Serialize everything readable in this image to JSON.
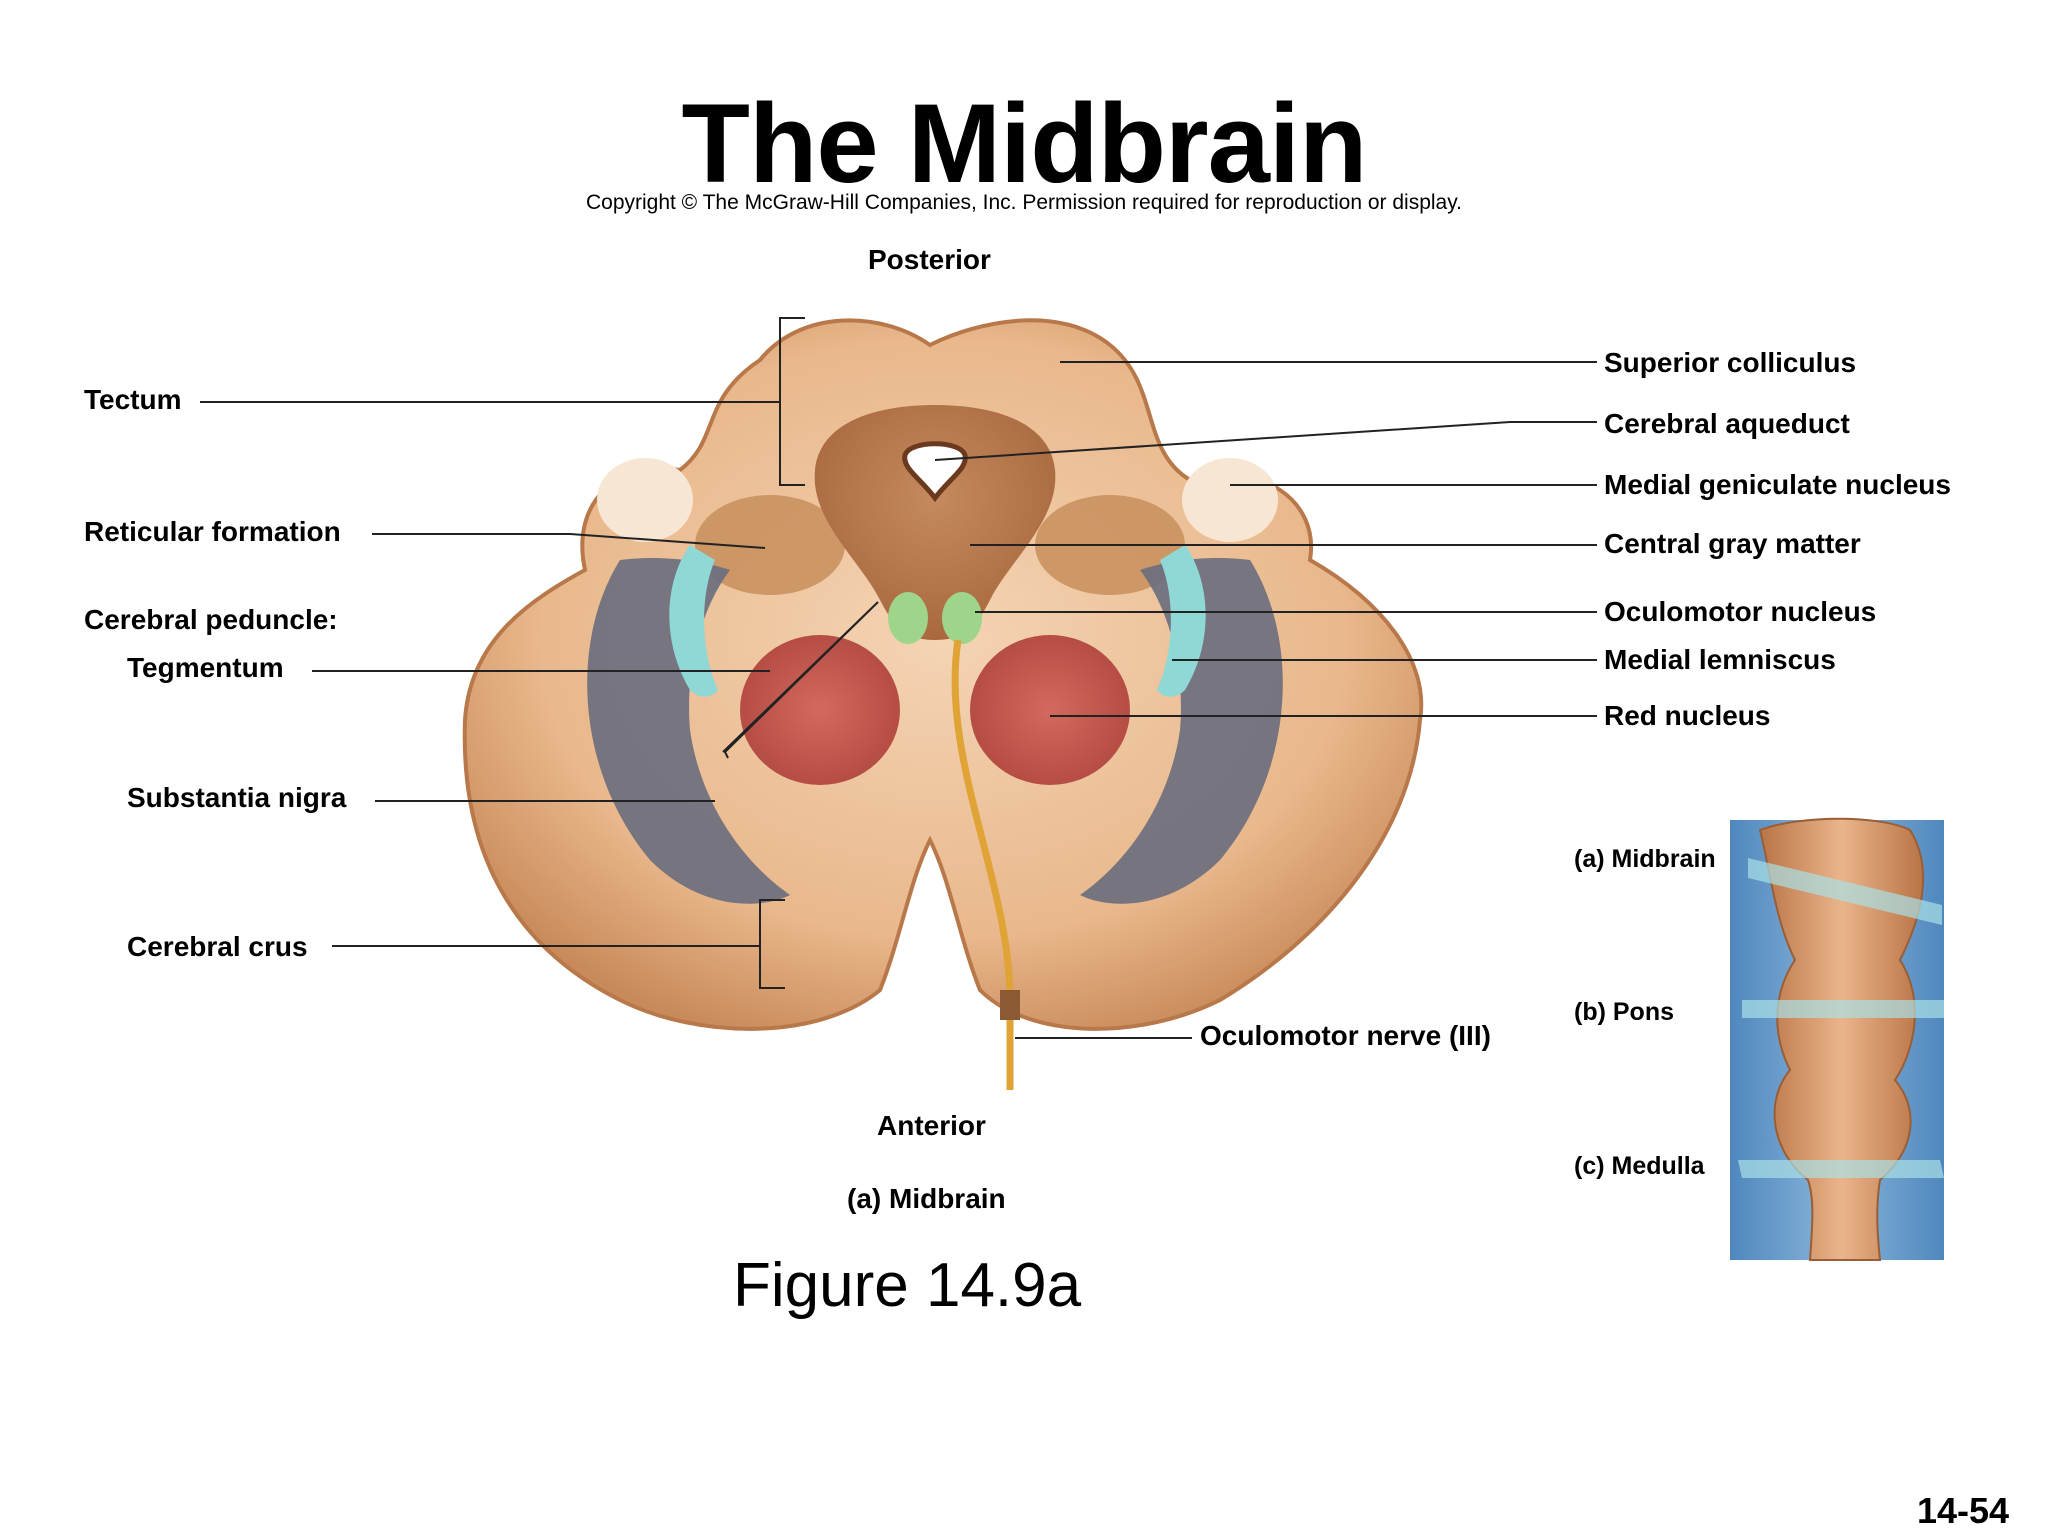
{
  "title": "The Midbrain",
  "copyright": "Copyright © The McGraw-Hill Companies, Inc. Permission required for reproduction or display.",
  "orientation": {
    "top": "Posterior",
    "bottom": "Anterior"
  },
  "left_labels": {
    "tectum": "Tectum",
    "reticular_formation": "Reticular formation",
    "cerebral_peduncle": "Cerebral peduncle:",
    "tegmentum": "Tegmentum",
    "substantia_nigra": "Substantia nigra",
    "cerebral_crus": "Cerebral crus"
  },
  "right_labels": {
    "superior_colliculus": "Superior colliculus",
    "cerebral_aqueduct": "Cerebral aqueduct",
    "medial_geniculate_nucleus": "Medial geniculate nucleus",
    "central_gray_matter": "Central gray matter",
    "oculomotor_nucleus": "Oculomotor nucleus",
    "medial_lemniscus": "Medial lemniscus",
    "red_nucleus": "Red nucleus"
  },
  "nerve_label": "Oculomotor nerve (III)",
  "panel_caption": "(a) Midbrain",
  "inset_labels": {
    "a": "(a) Midbrain",
    "b": "(b) Pons",
    "c": "(c) Medulla"
  },
  "figure_caption": "Figure 14.9a",
  "slide_number": "14-54",
  "colors": {
    "tissue": "#e8b58a",
    "tissue_edge": "#c98a5a",
    "central_gray": "#b9774b",
    "red_nucleus": "#c0534a",
    "substantia_nigra": "#6b6f7e",
    "medial_lemniscus": "#8fd8d6",
    "oculomotor_nucleus": "#9ed58a",
    "nerve": "#e0a335",
    "inset_bg": "#6e9fc9"
  }
}
